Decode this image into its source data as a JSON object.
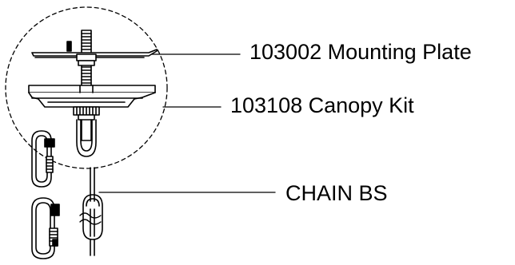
{
  "callouts": {
    "mounting_plate": "103002 Mounting Plate",
    "canopy_kit": "103108 Canopy Kit",
    "chain": "CHAIN BS"
  },
  "colors": {
    "ink": "#000000",
    "background": "#ffffff"
  }
}
